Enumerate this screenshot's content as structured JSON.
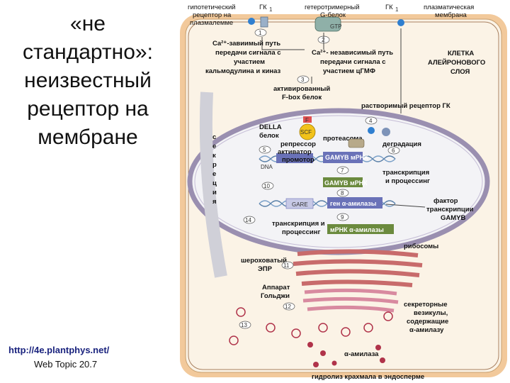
{
  "title_lines": [
    "«не",
    "стандартно»:",
    "неизвестный",
    "рецептор на",
    "мембране"
  ],
  "source": {
    "url": "http://4e.plantphys.net/",
    "topic": "Web Topic 20.7"
  },
  "diagram": {
    "labels": {
      "hyp_receptor": [
        "гипотетический",
        "рецептор на",
        "плазмалемме"
      ],
      "ga1": "ГК",
      "ga1_sub": "1",
      "hetero_g": [
        "гетеротримерный",
        "G-белок"
      ],
      "ga2": "ГК",
      "ga2_sub": "1",
      "plasma_membrane": [
        "плазматическая",
        "мембрана"
      ],
      "ca_dep": [
        "Ca²⁺-завиимый путь",
        "передачи сигнала с",
        "участием",
        "кальмодулина и киназ"
      ],
      "ca_indep": [
        "Ca²⁺- независимый путь",
        "передачи сигнала с",
        "участием цГМФ"
      ],
      "cell": [
        "КЛЕТКА",
        "АЛЕЙРОНОВОГО",
        "СЛОЯ"
      ],
      "fbox": [
        "активированный",
        "F-box белок"
      ],
      "soluble_receptor": "растворимый рецептор ГК",
      "secretion": [
        "с",
        "е",
        "к",
        "р",
        "е",
        "ц",
        "и",
        "я"
      ],
      "della": [
        "DELLA",
        "белок"
      ],
      "proteasome": "протеасома",
      "degradation": "деградация",
      "repressor": [
        "репрессор",
        "активатор",
        "промотор"
      ],
      "gamyb_mrna_gene": "GAMYB мРНК",
      "dna": "DNA",
      "transcription1": [
        "транскрипция",
        "и процессинг"
      ],
      "gamyb_mrna": "GAMYB мРНК",
      "gare": "GARE",
      "amylase_gene": "ген α-амилазы",
      "factor": [
        "фактор",
        "транскрипции",
        "GAMYB"
      ],
      "transcription2": [
        "транскрипция и",
        "процессинг"
      ],
      "amylase_mrna": "мРНК α-амилазы",
      "ribosomes": "рибосомы",
      "rough_er": [
        "шероховатый",
        "ЭПР"
      ],
      "golgi": [
        "Аппарат",
        "Гольджи"
      ],
      "vesicles": [
        "секреторные",
        "везикулы,",
        "содержащие",
        "α-амилазу"
      ],
      "amylase": "α-амилаза",
      "hydrolysis": "гидролиз крахмала в эндосперме",
      "scf": "SCF",
      "f_letter": "F",
      "steps": [
        "1",
        "2",
        "3",
        "4",
        "5",
        "6",
        "7",
        "8",
        "9",
        "10",
        "11",
        "12",
        "13",
        "14"
      ]
    },
    "colors": {
      "cell_wall": "#f2c99b",
      "cytoplasm": "#fbf3e6",
      "nucleus_env": "#9a8fb0",
      "nucleus_fill": "#f3f3f6",
      "gene_box": "#6a72b8",
      "mrna_box": "#6b8a3e",
      "er": "#c86b6b",
      "vesicle": "#b0334a",
      "ga": "#2f7fd0",
      "scf": "#f2c21a"
    }
  }
}
